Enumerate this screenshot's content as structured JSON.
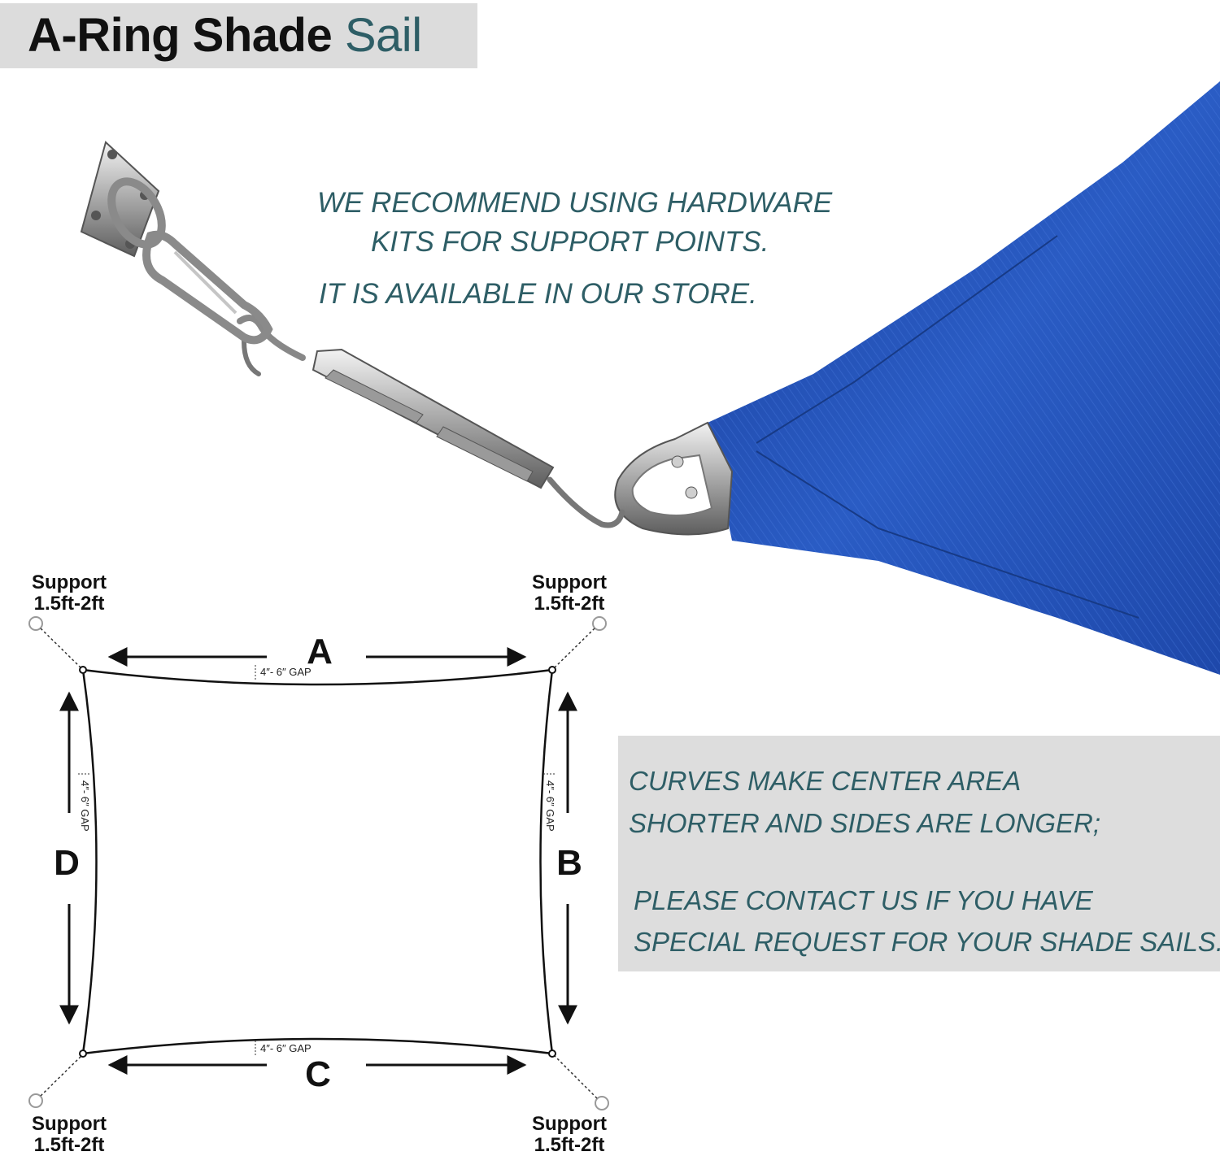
{
  "title": {
    "bold": "A-Ring Shade",
    "accent": "Sail"
  },
  "recommendation": {
    "line1": "WE RECOMMEND USING HARDWARE",
    "line2": "KITS FOR SUPPORT POINTS.",
    "line3": "IT IS AVAILABLE IN OUR STORE."
  },
  "notes": {
    "line1": "CURVES MAKE CENTER AREA",
    "line2": "SHORTER AND SIDES ARE LONGER;",
    "line3": "PLEASE CONTACT US IF YOU HAVE",
    "line4": "SPECIAL REQUEST FOR YOUR SHADE SAILS."
  },
  "diagram": {
    "support_label": "Support",
    "support_distance": "1.5ft-2ft",
    "side_a": "A",
    "side_b": "B",
    "side_c": "C",
    "side_d": "D",
    "gap_label": "4″- 6″  GAP"
  },
  "colors": {
    "accent": "#2e5e66",
    "sail_blue": "#1f4fb0",
    "banner_gray": "#dcdcdc",
    "box_gray": "#dddddd"
  },
  "icons": [
    "pad-eye-icon",
    "carabiner-icon",
    "turnbuckle-icon",
    "a-ring-icon"
  ]
}
